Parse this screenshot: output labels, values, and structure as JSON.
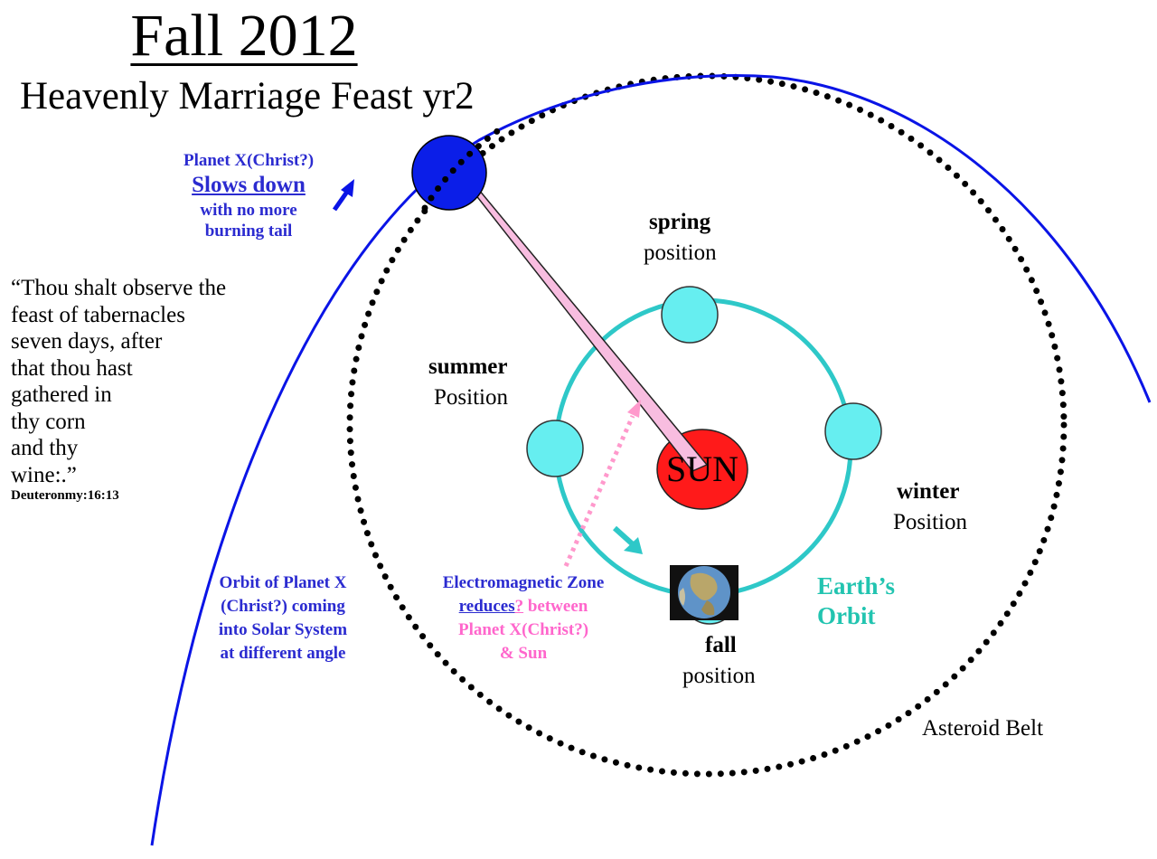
{
  "title": "Fall 2012",
  "subtitle": "Heavenly Marriage Feast yr2",
  "planet_x": {
    "line1": "Planet X(Christ?)",
    "line2": "Slows down",
    "line3": "with no more",
    "line4": "burning tail"
  },
  "quote": {
    "lines": [
      "“Thou shalt observe the",
      "feast of tabernacles",
      "seven days, after",
      "that thou hast",
      "gathered in",
      "thy corn",
      "and thy",
      "wine:.”"
    ],
    "reference": "Deuteronmy:16:13"
  },
  "seasons": {
    "spring": {
      "name": "spring",
      "label": "position"
    },
    "summer": {
      "name": "summer",
      "label": "Position"
    },
    "winter": {
      "name": "winter",
      "label": "Position"
    },
    "fall": {
      "name": "fall",
      "label": "position"
    }
  },
  "sun_label": "SUN",
  "orbit_x_note": {
    "line1": "Orbit of Planet X",
    "line2": "(Christ?) coming",
    "line3": "into Solar System",
    "line4": "at different angle"
  },
  "em_zone": {
    "line1": "Electromagnetic Zone",
    "line2_a": "reduces",
    "line2_b": "?",
    "line2_c": " between",
    "line3": "Planet X(Christ?)",
    "line4": "& Sun"
  },
  "earth_orbit": {
    "line1": "Earth’s",
    "line2": "Orbit"
  },
  "asteroid_belt": "Asteroid Belt",
  "colors": {
    "planet_x": "#0b1ee8",
    "planet_x_orbit": "#0a14e6",
    "earth_orbit": "#2ec8c8",
    "season_planet": "#66eef0",
    "sun": "#ff1a1a",
    "label_blue": "#2b2bd0",
    "label_pink": "#ff66cc",
    "earth_orbit_label": "#22c4b0"
  },
  "icons": [
    "planet-x-icon",
    "sun-icon",
    "earth-globe-icon",
    "direction-arrow-icon"
  ]
}
